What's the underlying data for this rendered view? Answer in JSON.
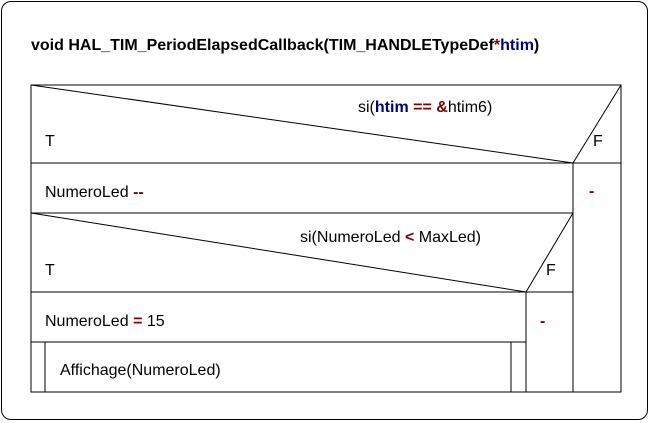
{
  "function": {
    "prefix": "void HAL_TIM_PeriodElapsedCallback(TIM_HANDLETypeDef",
    "star": "*",
    "param": "htim",
    "suffix": ")"
  },
  "if1": {
    "cond_prefix": "si(",
    "lhs": "htim",
    "op": "==",
    "amp": "&",
    "rhs": "htim6)",
    "true_label": "T",
    "false_label": "F",
    "false_branch": "-"
  },
  "stmt1": {
    "var": "NumeroLed",
    "op": "--"
  },
  "if2": {
    "cond_prefix": "si(NumeroLed",
    "op": "<",
    "rhs": "MaxLed)",
    "true_label": "T",
    "false_label": "F",
    "false_branch": "-"
  },
  "stmt2": {
    "var": "NumeroLed",
    "op": "=",
    "value": "15"
  },
  "call": {
    "text": "Affichage(NumeroLed)"
  },
  "colors": {
    "keyword": "#00007f",
    "operator": "#7f0000",
    "line": "#000000"
  }
}
